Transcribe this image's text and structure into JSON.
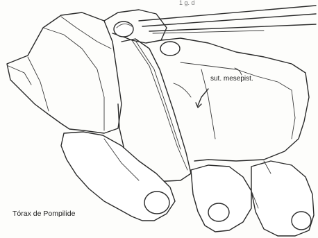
{
  "figure": {
    "caption": "Tórax de Pompilide",
    "annotation": "sut. mesepist.",
    "top_label": "1 g. d",
    "line_color": "#2a2a2a",
    "background_color": "#fdfdfb"
  }
}
